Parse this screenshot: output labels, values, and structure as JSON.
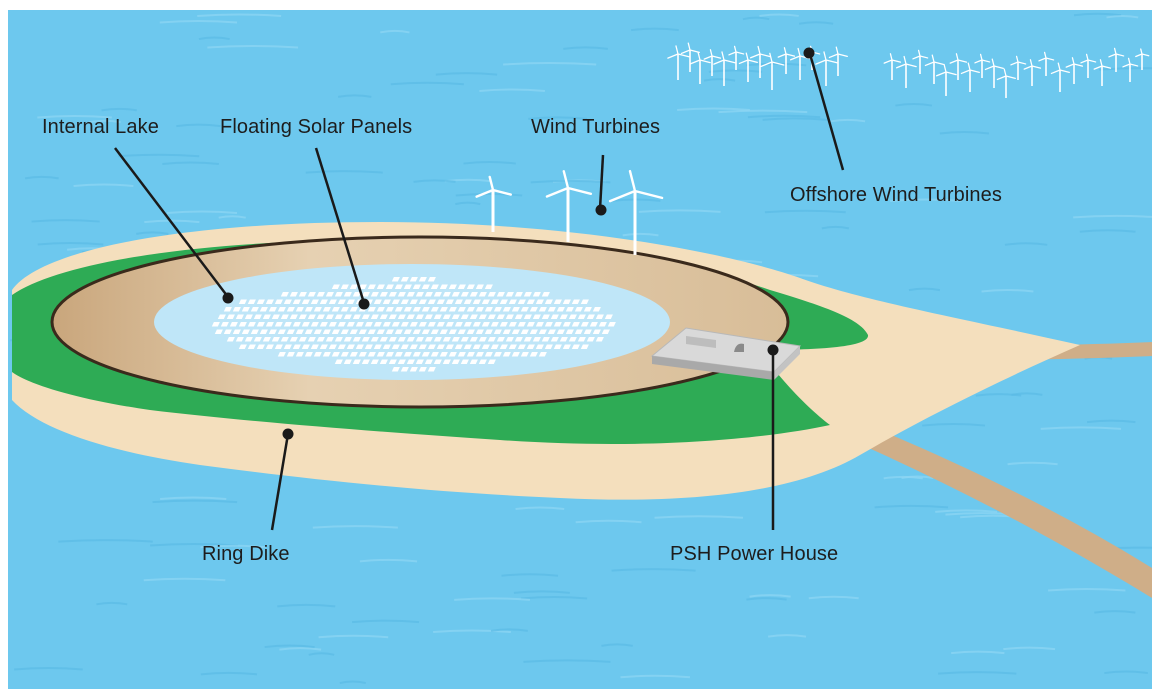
{
  "labels": {
    "internal_lake": "Internal Lake",
    "floating_solar": "Floating Solar Panels",
    "wind_turbines": "Wind Turbines",
    "offshore_wind": "Offshore Wind Turbines",
    "ring_dike": "Ring Dike",
    "psh_power_house": "PSH Power House"
  },
  "colors": {
    "sea": "#6dc8ee",
    "sand": "#f4dfbd",
    "grass": "#2eab55",
    "inner_slope": "#d2b592",
    "lake": "#bfe6f8",
    "road": "#cfae88",
    "panel": "#ffffff",
    "leader": "#1a1a1a"
  },
  "icons": {
    "turbine": "wind-turbine-icon",
    "panel": "solar-panel-icon",
    "building": "power-house-icon"
  }
}
